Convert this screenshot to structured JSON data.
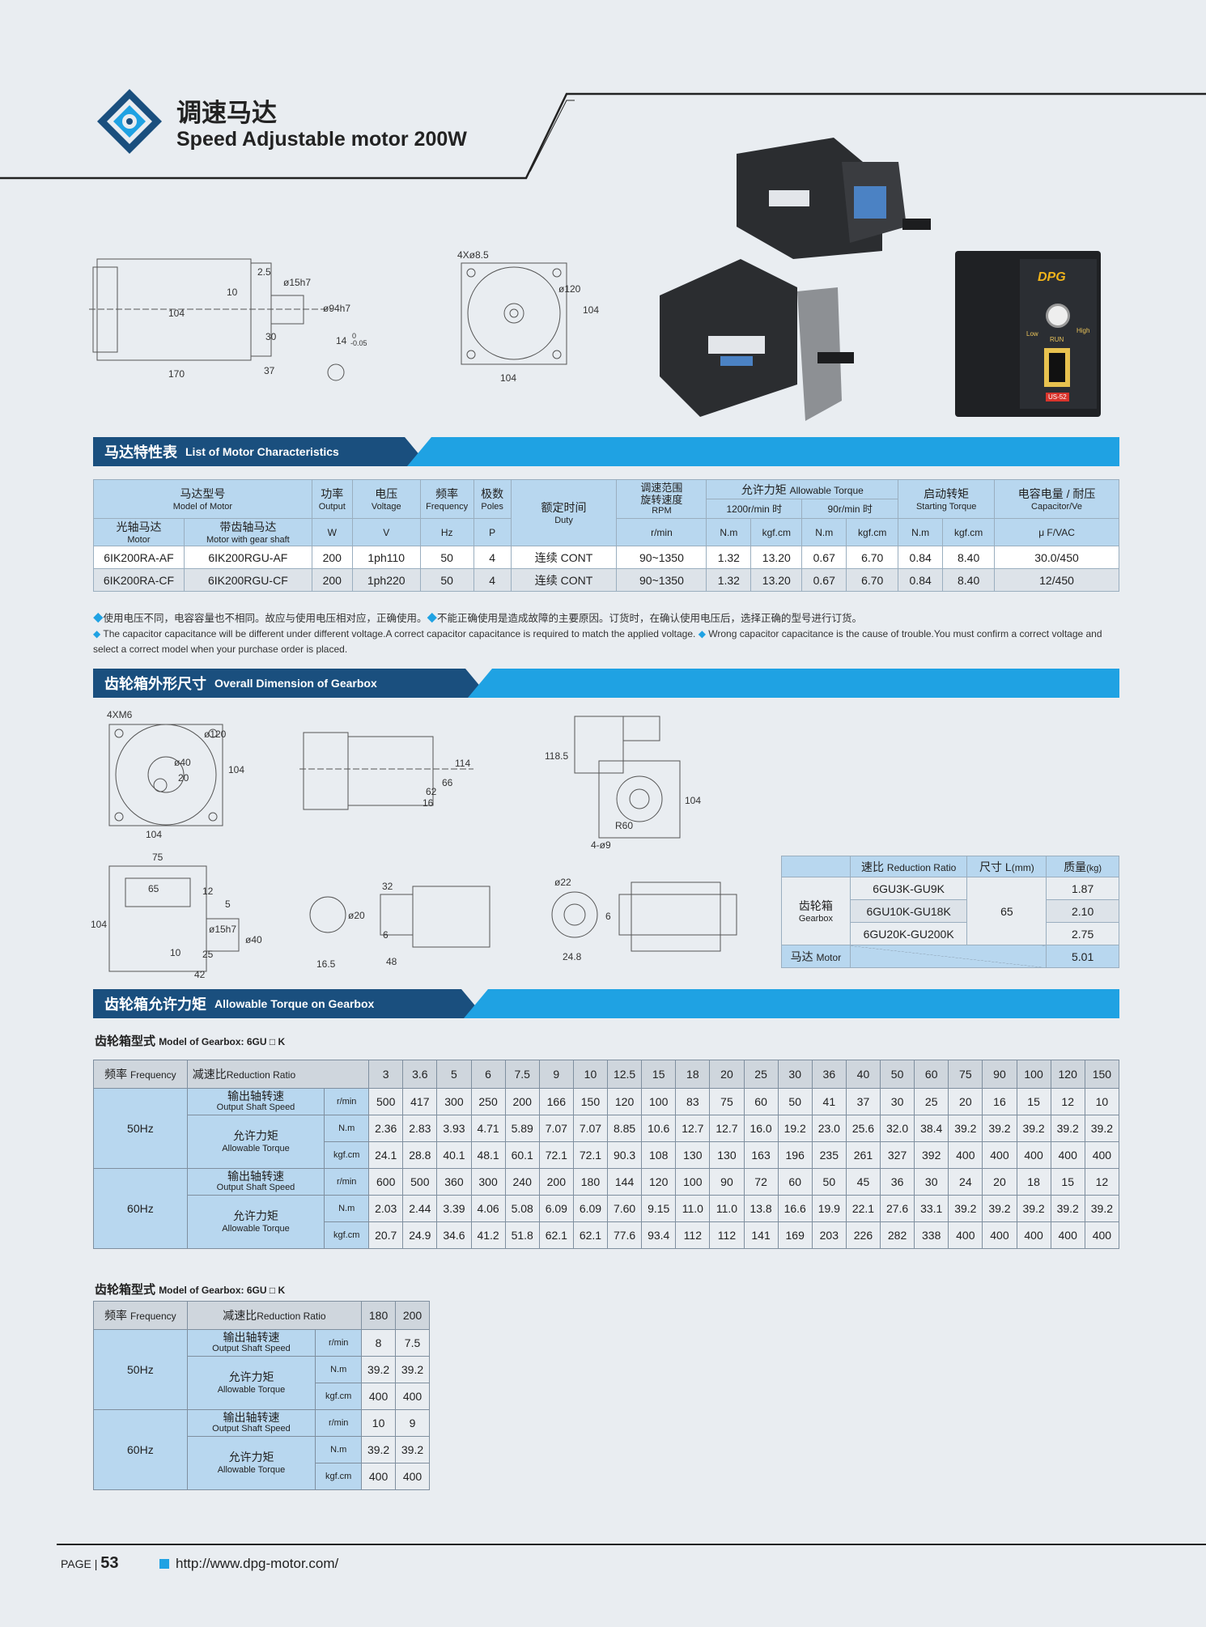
{
  "header": {
    "title_cn": "调速马达",
    "title_en": "Speed Adjustable motor 200W"
  },
  "top_dims": {
    "a": "2.5",
    "b": "ø15h7",
    "c": "10",
    "d": "104",
    "e": "ø94h7",
    "f": "30",
    "g": "14",
    "g_tol": "0",
    "g_tol2": "-0.05",
    "h": "170",
    "i": "37",
    "j": "4Xø8.5",
    "k": "ø120",
    "l": "104",
    "m": "104"
  },
  "controller": {
    "brand": "DPG",
    "low": "Low",
    "high": "High",
    "run": "RUN",
    "model": "US-52"
  },
  "section1": {
    "cn": "马达特性表",
    "en": "List of Motor Characteristics"
  },
  "motor_table": {
    "h_model_cn": "马达型号",
    "h_model_en": "Model of Motor",
    "h_out_cn": "功率",
    "h_out_en": "Output",
    "h_volt_cn": "电压",
    "h_volt_en": "Voltage",
    "h_freq_cn": "频率",
    "h_freq_en": "Frequency",
    "h_poles_cn": "极数",
    "h_poles_en": "Poles",
    "h_duty_cn": "额定时间",
    "h_duty_en": "Duty",
    "h_rpm_cn1": "调速范围",
    "h_rpm_cn2": "旋转速度",
    "h_rpm_en": "RPM",
    "h_torque": "允许力矩",
    "h_torque_en": "Allowable Torque",
    "h_1200": "1200r/min 时",
    "h_90": "90r/min 时",
    "h_start_cn": "启动转矩",
    "h_start_en": "Starting Torque",
    "h_cap_cn": "电容电量 / 耐压",
    "h_cap_en": "Capacitor/Ve",
    "h_motor_cn": "光轴马达",
    "h_motor_en": "Motor",
    "h_gear_cn": "带齿轴马达",
    "h_gear_en": "Motor with gear shaft",
    "u_w": "W",
    "u_v": "V",
    "u_hz": "Hz",
    "u_p": "P",
    "u_rmin": "r/min",
    "u_nm": "N.m",
    "u_kgf": "kgf.cm",
    "u_cap": "μ F/VAC",
    "rows": [
      [
        "6IK200RA-AF",
        "6IK200RGU-AF",
        "200",
        "1ph110",
        "50",
        "4",
        "连续 CONT",
        "90~1350",
        "1.32",
        "13.20",
        "0.67",
        "6.70",
        "0.84",
        "8.40",
        "30.0/450"
      ],
      [
        "6IK200RA-CF",
        "6IK200RGU-CF",
        "200",
        "1ph220",
        "50",
        "4",
        "连续 CONT",
        "90~1350",
        "1.32",
        "13.20",
        "0.67",
        "6.70",
        "0.84",
        "8.40",
        "12/450"
      ]
    ]
  },
  "notes": {
    "n1": "使用电压不同，电容容量也不相同。故应与使用电压相对应，正确使用。",
    "n2": "不能正确使用是造成故障的主要原因。订货时，在确认使用电压后，选择正确的型号进行订货。",
    "n3": "The capacitor capacitance will be different under different voltage.A correct capacitor capacitance is required to match the applied voltage.",
    "n4": "Wrong capacitor capacitance is the cause of trouble.You must confirm a correct voltage and select a correct model when your purchase order is placed."
  },
  "section2": {
    "cn": "齿轮箱外形尺寸",
    "en": "Overall Dimension of Gearbox"
  },
  "gb_dims": {
    "a": "4XM6",
    "b": "ø120",
    "c": "ø40",
    "d": "20",
    "e": "104",
    "f": "104",
    "g": "114",
    "h": "66",
    "i": "62",
    "j": "16",
    "k": "118.5",
    "l": "104",
    "m": "R60",
    "n": "4-ø9",
    "o": "75",
    "p": "65",
    "q": "12",
    "r": "5",
    "s": "104",
    "t": "ø15h7",
    "u": "ø40",
    "v": "10",
    "w": "25",
    "x": "42",
    "y": "ø20",
    "z": "16.5",
    "aa": "32",
    "ab": "6",
    "ac": "48",
    "ad": "ø22",
    "ae": "6",
    "af": "24.8"
  },
  "gearbox_table": {
    "h_ratio": "速比",
    "h_ratio_en": "Reduction Ratio",
    "h_size": "尺寸 L",
    "h_size_u": "(mm)",
    "h_mass": "质量",
    "h_mass_u": "(kg)",
    "gb_cn": "齿轮箱",
    "gb_en": "Gearbox",
    "size": "65",
    "rows": [
      [
        "6GU3K-GU9K",
        "1.87"
      ],
      [
        "6GU10K-GU18K",
        "2.10"
      ],
      [
        "6GU20K-GU200K",
        "2.75"
      ]
    ],
    "motor_cn": "马达",
    "motor_en": "Motor",
    "motor_mass": "5.01"
  },
  "section3": {
    "cn": "齿轮箱允许力矩",
    "en": "Allowable Torque on Gearbox"
  },
  "torque1": {
    "title_cn": "齿轮箱型式",
    "title_en": "Model of Gearbox: 6GU □ K",
    "freq_cn": "频率",
    "freq_en": "Frequency",
    "ratio_cn": "减速比",
    "ratio_en": "Reduction Ratio",
    "ratios": [
      "3",
      "3.6",
      "5",
      "6",
      "7.5",
      "9",
      "10",
      "12.5",
      "15",
      "18",
      "20",
      "25",
      "30",
      "36",
      "40",
      "50",
      "60",
      "75",
      "90",
      "100",
      "120",
      "150"
    ],
    "speed_cn": "输出轴转速",
    "speed_en": "Output Shaft Speed",
    "torque_cn": "允许力矩",
    "torque_en": "Allowable Torque",
    "u_rmin": "r/min",
    "u_nm": "N.m",
    "u_kgf": "kgf.cm",
    "f50": "50Hz",
    "f60": "60Hz",
    "r50_rpm": [
      "500",
      "417",
      "300",
      "250",
      "200",
      "166",
      "150",
      "120",
      "100",
      "83",
      "75",
      "60",
      "50",
      "41",
      "37",
      "30",
      "25",
      "20",
      "16",
      "15",
      "12",
      "10"
    ],
    "r50_nm": [
      "2.36",
      "2.83",
      "3.93",
      "4.71",
      "5.89",
      "7.07",
      "7.07",
      "8.85",
      "10.6",
      "12.7",
      "12.7",
      "16.0",
      "19.2",
      "23.0",
      "25.6",
      "32.0",
      "38.4",
      "39.2",
      "39.2",
      "39.2",
      "39.2",
      "39.2"
    ],
    "r50_kgf": [
      "24.1",
      "28.8",
      "40.1",
      "48.1",
      "60.1",
      "72.1",
      "72.1",
      "90.3",
      "108",
      "130",
      "130",
      "163",
      "196",
      "235",
      "261",
      "327",
      "392",
      "400",
      "400",
      "400",
      "400",
      "400"
    ],
    "r60_rpm": [
      "600",
      "500",
      "360",
      "300",
      "240",
      "200",
      "180",
      "144",
      "120",
      "100",
      "90",
      "72",
      "60",
      "50",
      "45",
      "36",
      "30",
      "24",
      "20",
      "18",
      "15",
      "12"
    ],
    "r60_nm": [
      "2.03",
      "2.44",
      "3.39",
      "4.06",
      "5.08",
      "6.09",
      "6.09",
      "7.60",
      "9.15",
      "11.0",
      "11.0",
      "13.8",
      "16.6",
      "19.9",
      "22.1",
      "27.6",
      "33.1",
      "39.2",
      "39.2",
      "39.2",
      "39.2",
      "39.2"
    ],
    "r60_kgf": [
      "20.7",
      "24.9",
      "34.6",
      "41.2",
      "51.8",
      "62.1",
      "62.1",
      "77.6",
      "93.4",
      "112",
      "112",
      "141",
      "169",
      "203",
      "226",
      "282",
      "338",
      "400",
      "400",
      "400",
      "400",
      "400"
    ]
  },
  "torque2": {
    "title_cn": "齿轮箱型式",
    "title_en": "Model of Gearbox: 6GU □ K",
    "ratios": [
      "180",
      "200"
    ],
    "r50_rpm": [
      "8",
      "7.5"
    ],
    "r50_nm": [
      "39.2",
      "39.2"
    ],
    "r50_kgf": [
      "400",
      "400"
    ],
    "r60_rpm": [
      "10",
      "9"
    ],
    "r60_nm": [
      "39.2",
      "39.2"
    ],
    "r60_kgf": [
      "400",
      "400"
    ]
  },
  "footer": {
    "page_label": "PAGE",
    "page_num": "53",
    "url": "http://www.dpg-motor.com/"
  },
  "colors": {
    "accent": "#1fa2e3",
    "dark": "#1a4f7e",
    "header_cell": "#b8d7ef"
  }
}
